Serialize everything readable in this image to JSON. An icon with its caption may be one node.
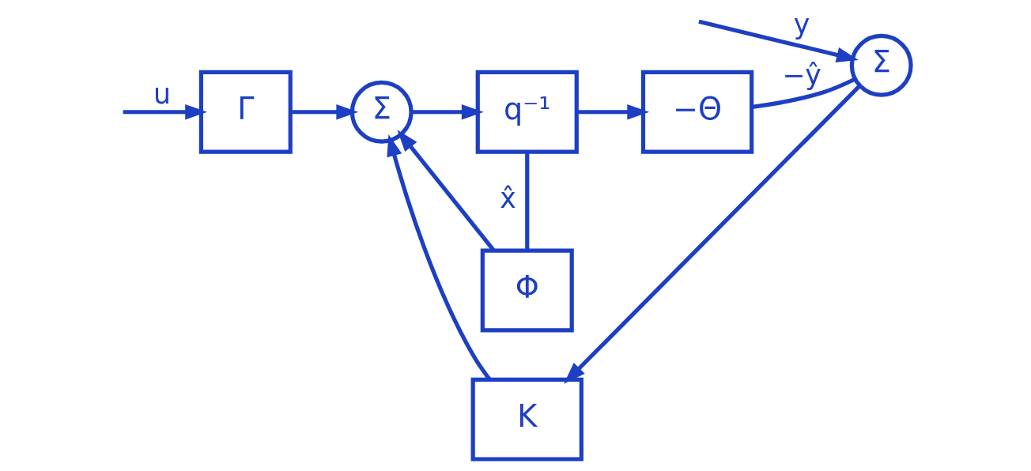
{
  "diagram": {
    "nodes": [
      {
        "text": [
          "Γ"
        ]
      },
      {
        "text": [
          "Σ"
        ]
      },
      {
        "text": [
          "K"
        ]
      },
      {
        "text": [
          "q⁻¹"
        ]
      },
      {
        "text": [
          "−Θ"
        ]
      },
      {
        "text": [
          "Φ"
        ]
      },
      {
        "text": [
          "Σ"
        ]
      }
    ],
    "edges": [
      {
        "from": null,
        "to": 0,
        "arrow": "to",
        "label": "u"
      },
      {
        "from": 0,
        "to": 1,
        "arrow": "to"
      },
      {
        "from": 2,
        "to": 1,
        "arrow": "to"
      },
      {
        "from": 1,
        "to": 3,
        "arrow": "to"
      },
      {
        "from": 3,
        "to": 4,
        "arrow": "to"
      },
      {
        "from": 3,
        "to": 5,
        "arrow": "none",
        "label": "x̂"
      },
      {
        "from": 5,
        "to": 1,
        "arrow": "to"
      },
      {
        "from": 4,
        "to": 6,
        "arrow": "none",
        "label": "−ŷ"
      },
      {
        "from": 6,
        "to": 2,
        "arrow": "to"
      },
      {
        "from": null,
        "to": 6,
        "arrow": "to",
        "label": "y"
      }
    ]
  }
}
